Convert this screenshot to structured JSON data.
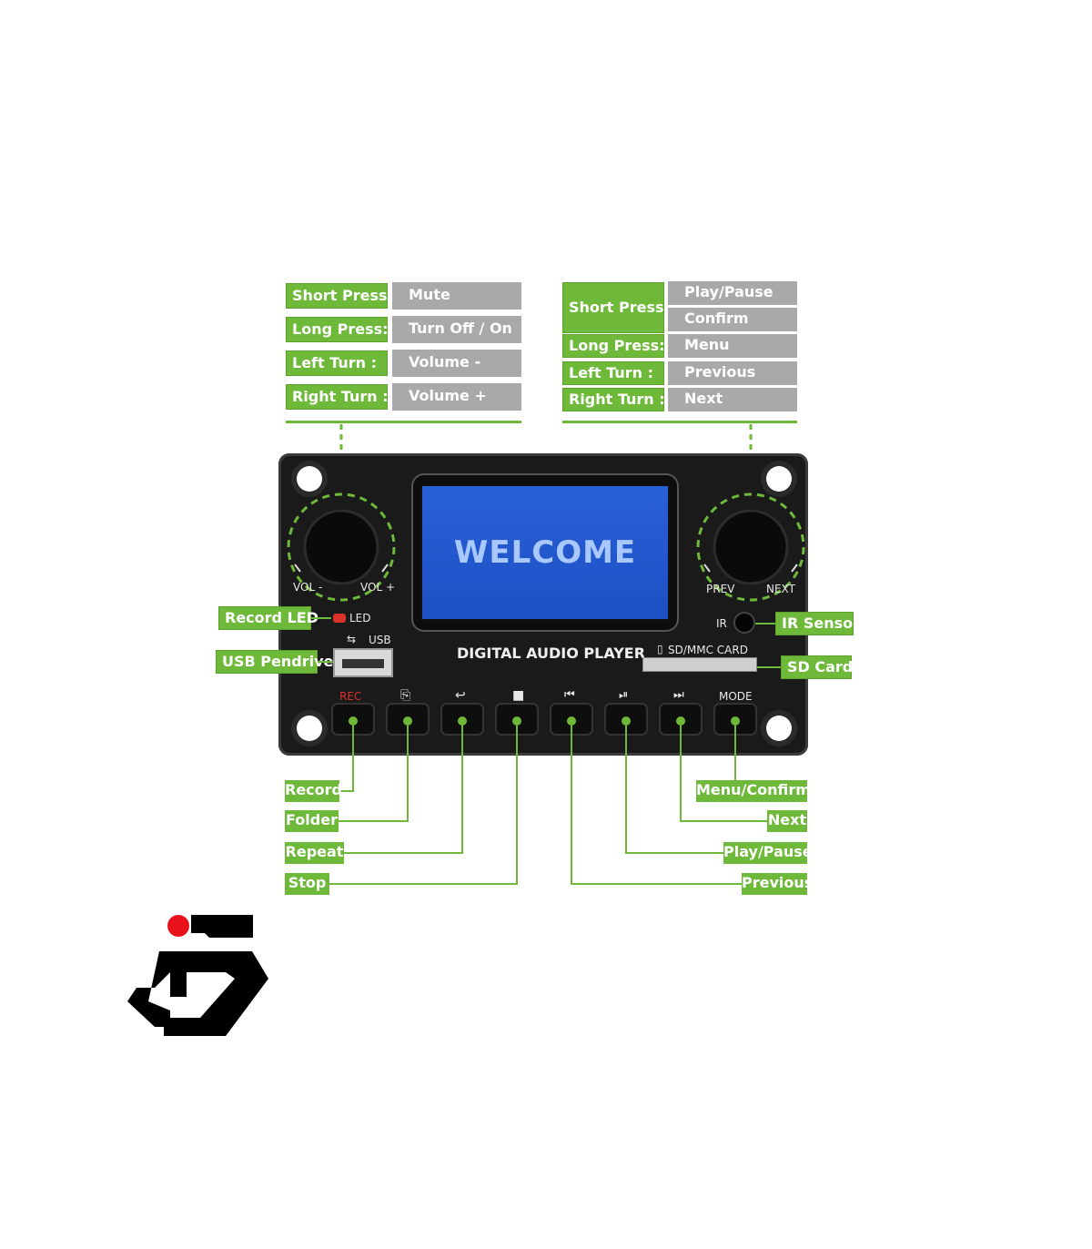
{
  "left_table": {
    "rows": [
      {
        "label": "Short Press:",
        "values": [
          "Mute"
        ]
      },
      {
        "label": "Long Press:",
        "values": [
          "Turn Off / On"
        ]
      },
      {
        "label": "Left  Turn :",
        "values": [
          "Volume -"
        ]
      },
      {
        "label": "Right Turn :",
        "values": [
          "Volume +"
        ]
      }
    ]
  },
  "right_table": {
    "rows": [
      {
        "label": "Short Press:",
        "values": [
          "Play/Pause",
          "Confirm"
        ]
      },
      {
        "label": "Long Press:",
        "values": [
          "Menu"
        ]
      },
      {
        "label": "Left  Turn :",
        "values": [
          "Previous"
        ]
      },
      {
        "label": "Right Turn :",
        "values": [
          "Next"
        ]
      }
    ]
  },
  "board": {
    "screen_text": "WELCOME",
    "title": "DIGITAL AUDIO PLAYER",
    "vol_minus": "VOL -",
    "vol_plus": "VOL +",
    "prev": "PREV",
    "next": "NEXT",
    "led": "LED",
    "usb": "USB",
    "ir": "IR",
    "sd_card": "SD/MMC CARD",
    "rec": "REC",
    "mode": "MODE"
  },
  "callouts": {
    "record_led": "Record LED",
    "usb_pendrive": "USB Pendrive",
    "ir_sensor": "IR Sensor",
    "sd_card": "SD Card"
  },
  "bottom_labels": {
    "record": "Record",
    "folder": "Folder",
    "repeat": "Repeat",
    "stop": "Stop",
    "menu_confirm": "Menu/Confirm",
    "next": "Next",
    "play_pause": "Play/Pause",
    "previous": "Previous"
  },
  "colors": {
    "accent_green": "#6fb93a",
    "value_gray": "#a9a9a9",
    "board_black": "#1a1a1a",
    "lcd_blue": "#2a60d6",
    "rec_red": "#d9322b",
    "logo_red": "#e8101a"
  },
  "icons": [
    "folder-icon",
    "repeat-icon",
    "stop-icon",
    "previous-icon",
    "play-pause-icon",
    "next-icon",
    "usb-icon",
    "sd-card-icon",
    "logo-icon"
  ]
}
